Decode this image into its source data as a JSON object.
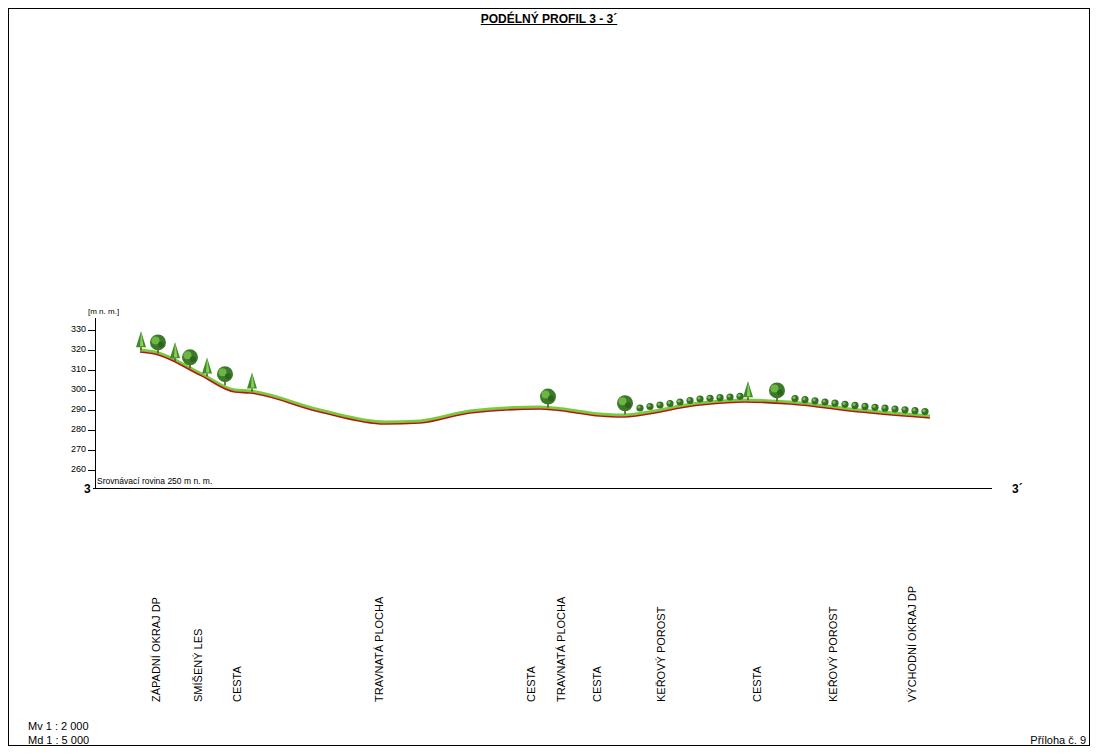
{
  "diagram": {
    "title": "PODÉLNÝ PROFIL 3 - 3´",
    "labels": [
      "[m n. m.]",
      "330",
      "320",
      "310",
      "300",
      "290",
      "280",
      "270",
      "260",
      "Srovnávací rovina 250 m n. m.",
      "3",
      "3´",
      "ZÁPADNÍ OKRAJ DP",
      "SMÍŠENÝ LES",
      "CESTA",
      "TRAVNATÁ PLOCHA",
      "CESTA",
      "TRAVNATÁ PLOCHA",
      "CESTA",
      "KEŘOVÝ POROST",
      "CESTA",
      "KEŘOVÝ POROST",
      "VÝCHODNÍ OKRAJ DP",
      "Mv 1 : 2 000",
      "Md 1 : 5 000",
      "Příloha č. 9"
    ]
  }
}
